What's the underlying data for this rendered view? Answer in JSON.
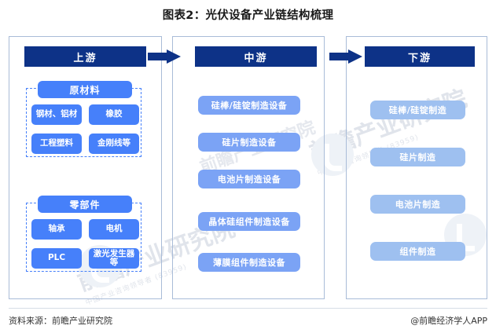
{
  "title": "图表2：光伏设备产业链结构梳理",
  "watermarks": {
    "brand": "前瞻产业研究院",
    "sub": "中国产业咨询领导者 (83959)",
    "logo_icon": "qianzhan-logo-icon"
  },
  "arrows": {
    "upstream_to_midstream": "arrow-right-icon",
    "midstream_to_downstream": "arrow-right-icon"
  },
  "stages": {
    "upstream": {
      "header": "上游",
      "groups": [
        {
          "title": "原材料",
          "items": [
            "钢材、铝材",
            "橡胶",
            "工程塑料",
            "金刚线等"
          ]
        },
        {
          "title": "零部件",
          "items": [
            "轴承",
            "电机",
            "PLC",
            "激光发生器等"
          ]
        }
      ]
    },
    "midstream": {
      "header": "中游",
      "items": [
        "硅棒/硅锭制造设备",
        "硅片制造设备",
        "电池片制造设备",
        "晶体硅组件制造设备",
        "薄膜组件制造设备"
      ]
    },
    "downstream": {
      "header": "下游",
      "items": [
        "硅棒/硅锭制造",
        "硅片制造",
        "电池片制造",
        "组件制造"
      ]
    }
  },
  "footer": {
    "source": "资料来源：前瞻产业研究院",
    "credit": "@前瞻经济学人APP"
  },
  "colors": {
    "header_navy": "#0d3287",
    "upstream_blue": "#4680fa",
    "midstream_blue": "#7ba3f5",
    "downstream_blue": "#9ec0f0",
    "panel_border": "#a9bcd8",
    "watermark_grey": "#dfe3ea"
  }
}
